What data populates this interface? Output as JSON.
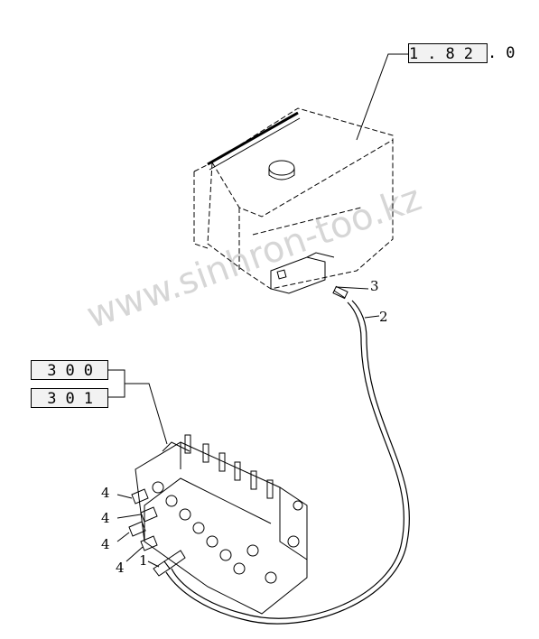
{
  "refs": {
    "ref_1": {
      "boxed": "1.82",
      "suffix": ".0"
    },
    "ref_300": "300",
    "ref_301": "301"
  },
  "callouts": {
    "c1": "1",
    "c2": "2",
    "c3": "3",
    "c4a": "4",
    "c4b": "4",
    "c4c": "4",
    "c4d": "4"
  },
  "watermark": "www.sinhron-too.kz",
  "colors": {
    "line": "#000000",
    "box_fill": "#f2f2f2",
    "watermark": "#b0b0b0"
  }
}
